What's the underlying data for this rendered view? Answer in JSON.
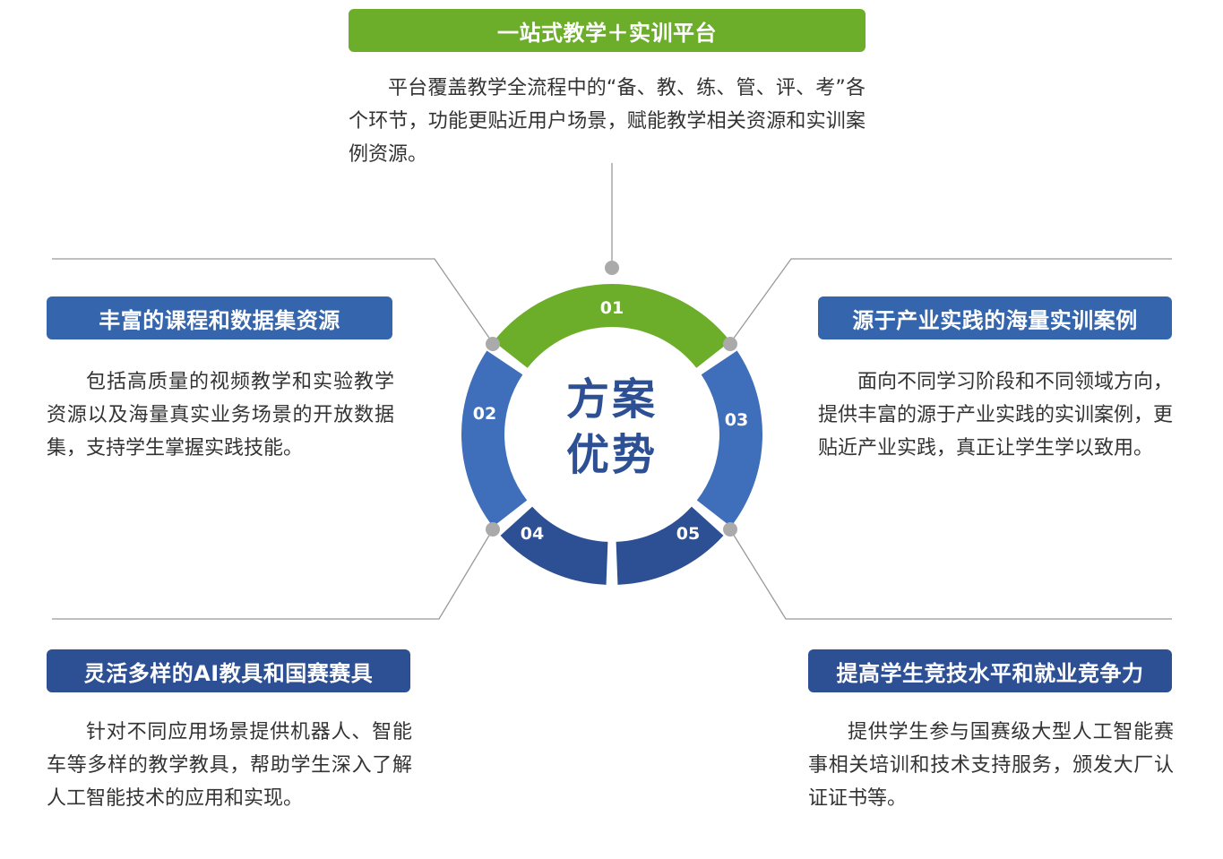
{
  "center_title_line1": "方案",
  "center_title_line2": "优势",
  "colors": {
    "green": "#6cae2a",
    "blue": "#3565ad",
    "dark_blue": "#2d4f94",
    "connector": "#999999",
    "dot": "#aaaaaa"
  },
  "segments": [
    {
      "number": "01",
      "color": "#6cae2a"
    },
    {
      "number": "02",
      "color": "#3f6fba"
    },
    {
      "number": "03",
      "color": "#3f6fba"
    },
    {
      "number": "04",
      "color": "#2d4f94"
    },
    {
      "number": "05",
      "color": "#2d4f94"
    }
  ],
  "features": [
    {
      "title": "一站式教学＋实训平台",
      "description": "平台覆盖教学全流程中的“备、教、练、管、评、考”各个环节，功能更贴近用户场景，赋能教学相关资源和实训案例资源。"
    },
    {
      "title": "丰富的课程和数据集资源",
      "description": "包括高质量的视频教学和实验教学资源以及海量真实业务场景的开放数据集，支持学生掌握实践技能。"
    },
    {
      "title": "源于产业实践的海量实训案例",
      "description": "面向不同学习阶段和不同领域方向，提供丰富的源于产业实践的实训案例，更贴近产业实践，真正让学生学以致用。"
    },
    {
      "title": "灵活多样的AI教具和国赛赛具",
      "description": "针对不同应用场景提供机器人、智能车等多样的教学教具，帮助学生深入了解人工智能技术的应用和实现。"
    },
    {
      "title": "提高学生竞技水平和就业竞争力",
      "description": "提供学生参与国赛级大型人工智能赛事相关培训和技术支持服务，颁发大厂认证证书等。"
    }
  ]
}
